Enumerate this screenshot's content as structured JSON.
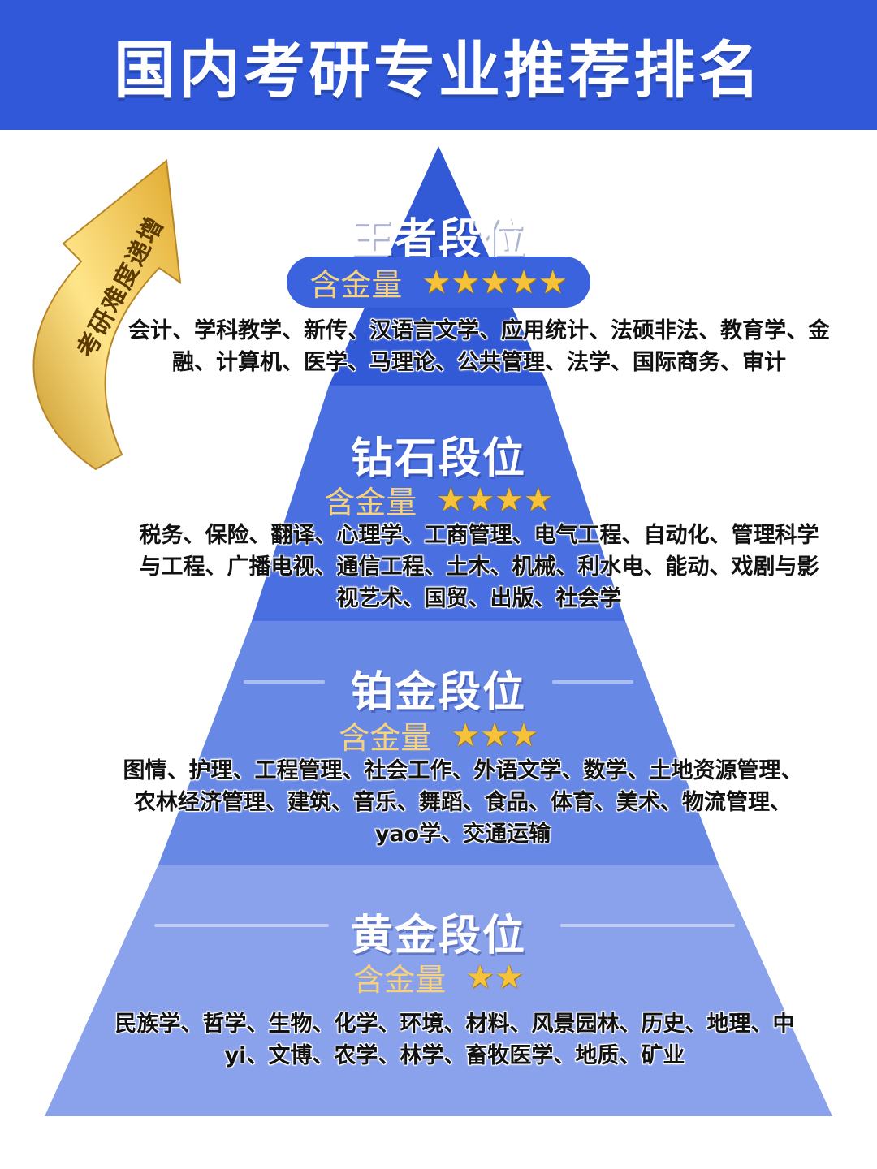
{
  "header": {
    "title": "国内考研专业推荐排名"
  },
  "arrow": {
    "label": "考研难度递增"
  },
  "rating_label": "含金量",
  "colors": {
    "header_bg": "#3058d8",
    "tier_king": "#3259d6",
    "tier_diamond": "#4a6fe0",
    "tier_platinum": "#6888e6",
    "tier_gold": "#8aa2ec",
    "star": "#f5c23a",
    "arrow_gold": "#f2c744"
  },
  "tiers": [
    {
      "title": "王者段位",
      "stars": 5,
      "stars_text": "★★★★★",
      "majors": "会计、学科教学、新传、汉语言文学、应用统计、法硕非法、教育学、金融、计算机、医学、马理论、公共管理、法学、国际商务、审计"
    },
    {
      "title": "钻石段位",
      "stars": 4,
      "stars_text": "★★★★",
      "majors": "税务、保险、翻译、心理学、工商管理、电气工程、自动化、管理科学与工程、广播电视、通信工程、土木、机械、利水电、能动、戏剧与影视艺术、国贸、出版、社会学"
    },
    {
      "title": "铂金段位",
      "stars": 3,
      "stars_text": "★★★",
      "majors": "图情、护理、工程管理、社会工作、外语文学、数学、土地资源管理、农林经济管理、建筑、音乐、舞蹈、食品、体育、美术、物流管理、yao学、交通运输"
    },
    {
      "title": "黄金段位",
      "stars": 2,
      "stars_text": "★★",
      "majors": "民族学、哲学、生物、化学、环境、材料、风景园林、历史、地理、中yi、文博、农学、林学、畜牧医学、地质、矿业"
    }
  ]
}
